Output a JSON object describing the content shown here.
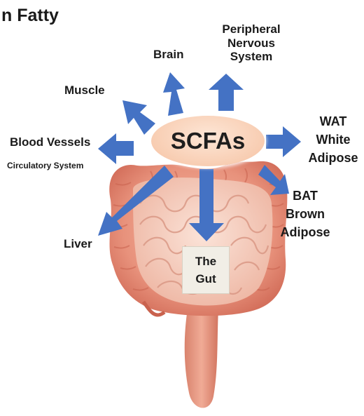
{
  "title": "n Fatty",
  "hub": "SCFAs",
  "targets": {
    "brain": "Brain",
    "pns": [
      "Peripheral",
      "Nervous",
      "System"
    ],
    "muscle": "Muscle",
    "blood_vessels": "Blood Vessels",
    "circulatory": "Circulatory System",
    "wat": [
      "WAT",
      "White",
      "Adipose"
    ],
    "bat": [
      "BAT",
      "Brown",
      "Adipose"
    ],
    "liver": "Liver",
    "gut": [
      "The",
      "Gut"
    ]
  },
  "colors": {
    "arrow": "#4472c4",
    "hub_fill": "#f8cdb2"
  }
}
